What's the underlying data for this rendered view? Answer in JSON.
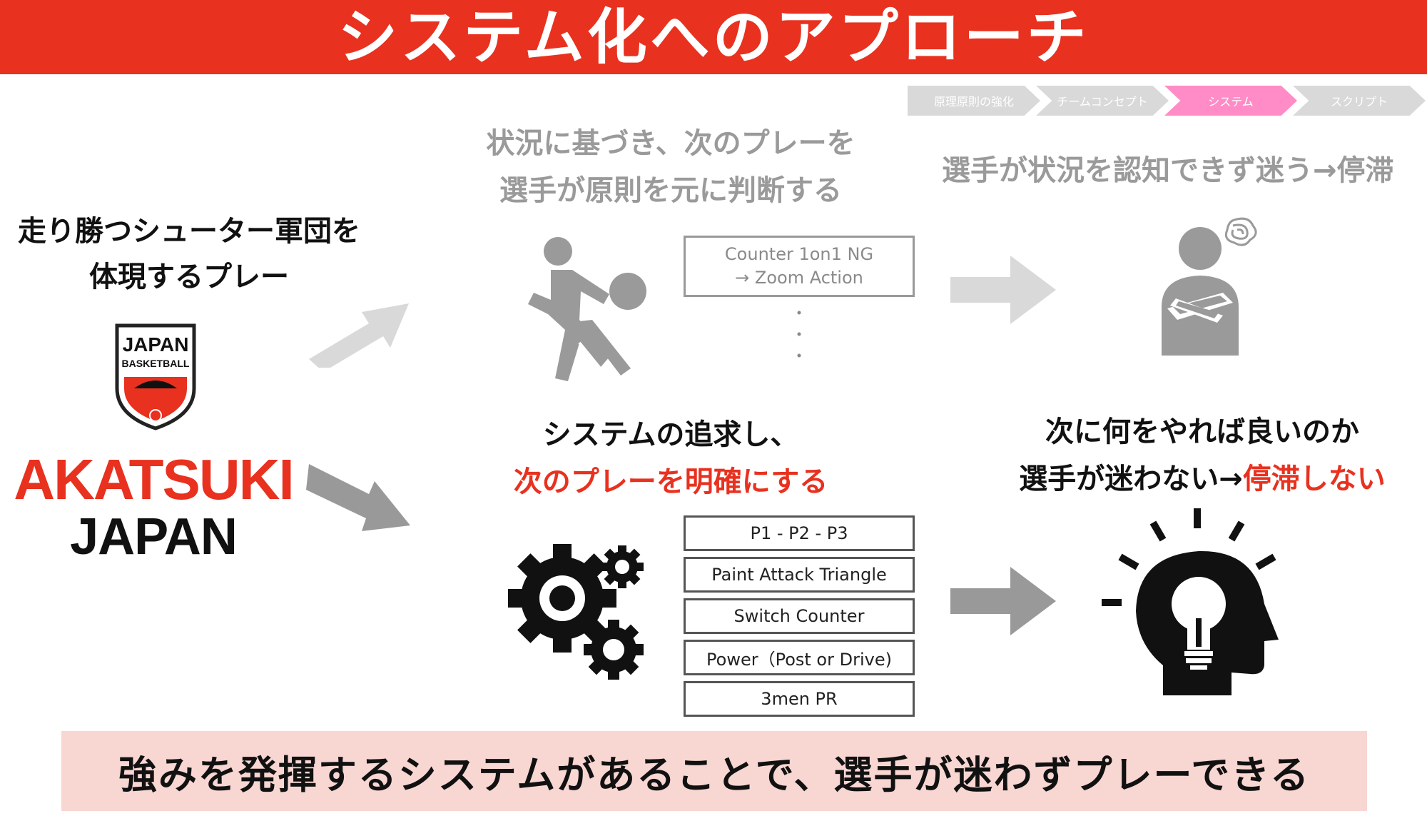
{
  "header": {
    "title": "システム化へのアプローチ"
  },
  "breadcrumbs": [
    {
      "label": "原理原則の強化",
      "color": "#d9d9d9"
    },
    {
      "label": "チームコンセプト",
      "color": "#d9d9d9"
    },
    {
      "label": "システム",
      "color": "#ff8cc6"
    },
    {
      "label": "スクリプト",
      "color": "#d9d9d9"
    }
  ],
  "left": {
    "line1": "走り勝つシューター軍団を",
    "line2": "体現するプレー",
    "badge": {
      "top": "JAPAN",
      "bottom": "BASKETBALL"
    },
    "logo_line1": "AKATSUKI",
    "logo_line2": "JAPAN"
  },
  "top_row": {
    "heading_line1": "状況に基づき、次のプレーを",
    "heading_line2": "選手が原則を元に判断する",
    "box_line1": "Counter 1on1 NG",
    "box_line2": "→ Zoom Action",
    "result": "選手が状況を認知できず迷う→停滞"
  },
  "bottom_row": {
    "heading_line1": "システムの追求し、",
    "heading_line2": "次のプレーを明確にする",
    "systems": [
      "P1 - P2 - P3",
      "Paint Attack Triangle",
      "Switch Counter",
      "Power（Post or Drive)",
      "3men PR"
    ],
    "result_line1": "次に何をやれば良いのか",
    "result_line2_a": "選手が迷わない→",
    "result_line2_b": "停滞しない"
  },
  "banner": {
    "text": "強みを発揮するシステムがあることで、選手が迷わずプレーできる"
  },
  "colors": {
    "accent": "#e8311f",
    "active_crumb": "#ff8cc6",
    "banner_bg": "#f8d6d2"
  }
}
